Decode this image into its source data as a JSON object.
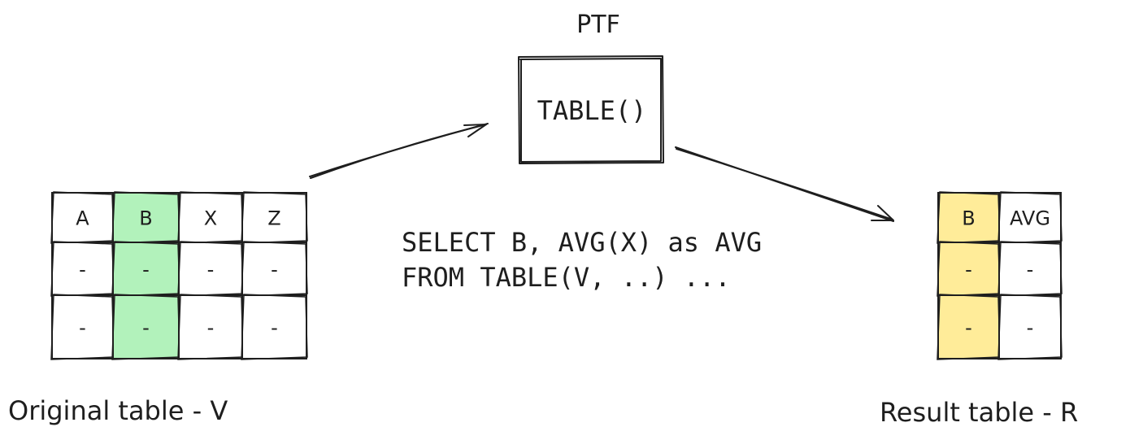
{
  "ptf": {
    "title": "PTF",
    "function_label": "TABLE()"
  },
  "query": {
    "line1": "SELECT B, AVG(X) as AVG",
    "line2": "FROM TABLE(V, ..) ..."
  },
  "original_table": {
    "caption": "Original table - V",
    "highlight_color": "#b2f2bb",
    "headers": [
      "A",
      "B",
      "X",
      "Z"
    ],
    "highlight_col": 1,
    "rows": [
      [
        "-",
        "-",
        "-",
        "-"
      ],
      [
        "-",
        "-",
        "-",
        "-"
      ]
    ]
  },
  "result_table": {
    "caption": "Result table - R",
    "highlight_color": "#ffec99",
    "headers": [
      "B",
      "AVG"
    ],
    "highlight_col": 0,
    "rows": [
      [
        "-",
        "-"
      ],
      [
        "-",
        "-"
      ]
    ]
  },
  "colors": {
    "stroke": "#1e1e1e",
    "background": "#ffffff"
  }
}
